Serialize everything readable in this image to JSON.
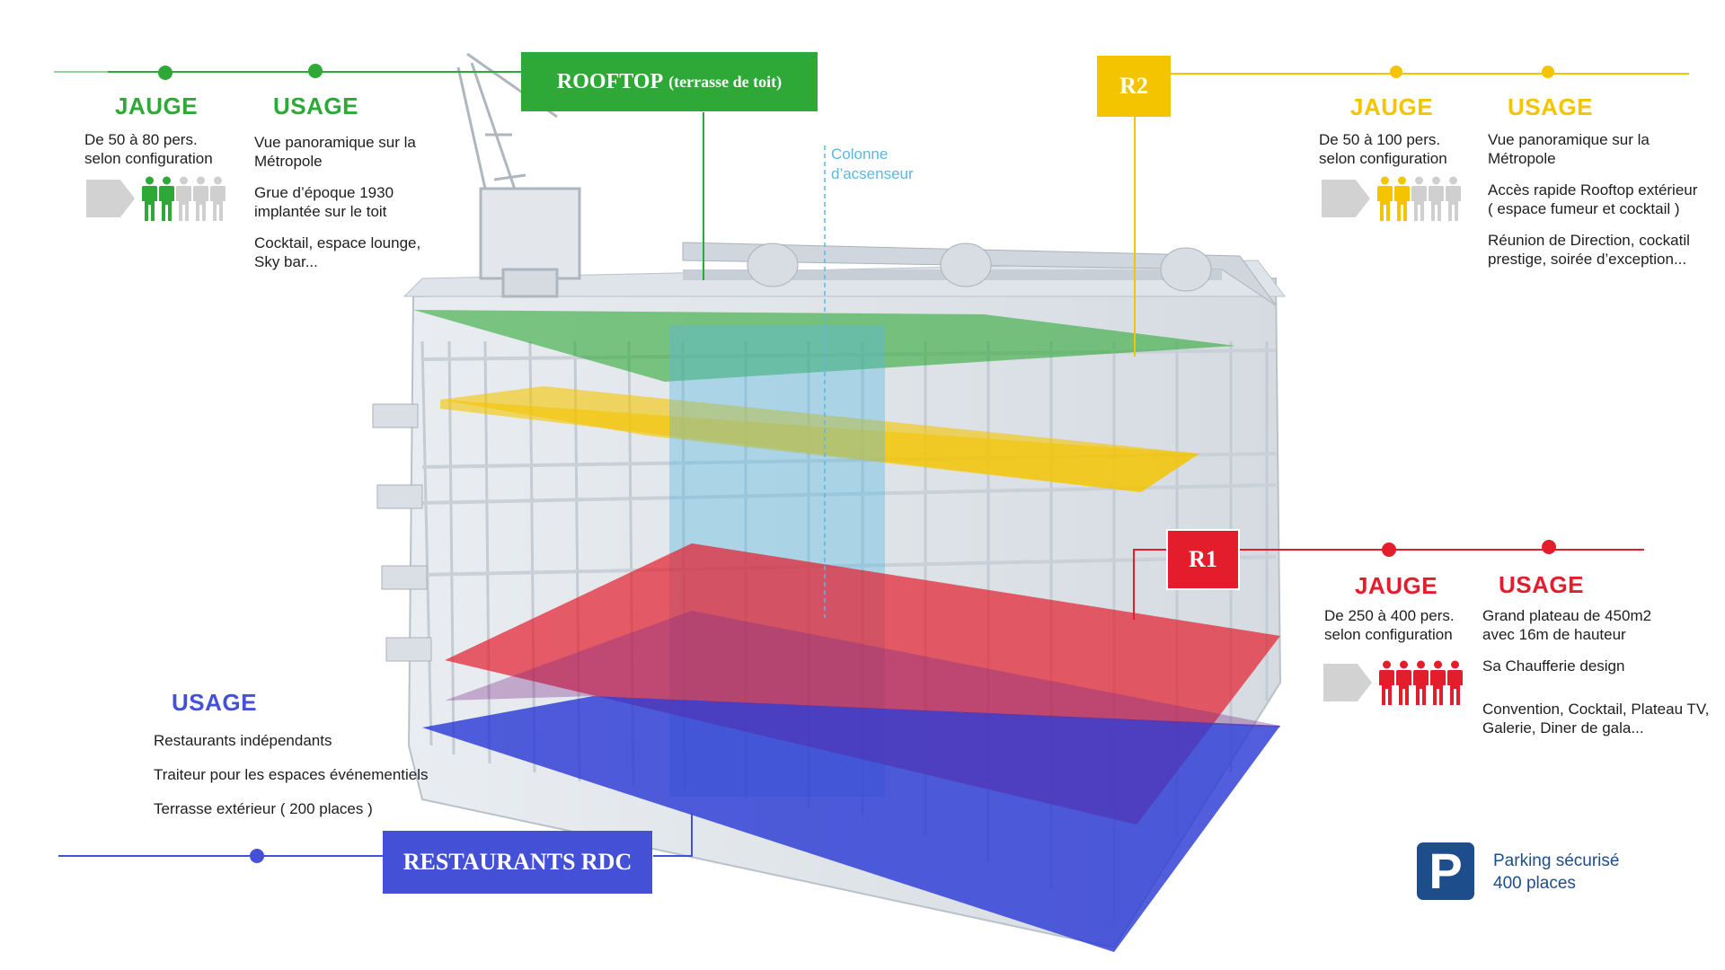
{
  "colors": {
    "green": "#2ea836",
    "yellow": "#f5c400",
    "red": "#e41d2c",
    "blue": "#4451d6",
    "grey_person": "#cfcfcf",
    "light_blue": "#5ab8e0",
    "parking": "#1e4d8c"
  },
  "rooftop": {
    "title_main": "ROOFTOP",
    "title_sub": "(terrasse de toit)",
    "jauge_heading": "JAUGE",
    "jauge_text": [
      "De 50 à 80 pers.",
      "selon configuration"
    ],
    "usage_heading": "USAGE",
    "usage_items": [
      [
        "Vue panoramique sur la",
        "Métropole"
      ],
      [
        "Grue d’époque 1930",
        "implantée sur le toit"
      ],
      [
        "Cocktail, espace lounge,",
        "Sky bar..."
      ]
    ],
    "people_filled": 2,
    "people_total": 5
  },
  "r2": {
    "title": "R2",
    "jauge_heading": "JAUGE",
    "jauge_text": [
      "De 50 à 100 pers.",
      "selon configuration"
    ],
    "usage_heading": "USAGE",
    "usage_items": [
      [
        "Vue panoramique sur la",
        "Métropole"
      ],
      [
        "Accès rapide Rooftop extérieur",
        "( espace fumeur et cocktail )"
      ],
      [
        "Réunion de Direction, cockatil",
        "prestige, soirée d’exception..."
      ]
    ],
    "people_filled": 2,
    "people_total": 5
  },
  "r1": {
    "title": "R1",
    "jauge_heading": "JAUGE",
    "jauge_text": [
      "De 250 à 400 pers.",
      "selon configuration"
    ],
    "usage_heading": "USAGE",
    "usage_items": [
      [
        "Grand plateau de 450m2",
        "avec 16m de hauteur"
      ],
      [
        "Sa Chaufferie design"
      ],
      [
        "Convention, Cocktail, Plateau TV,",
        "Galerie, Diner de gala..."
      ]
    ],
    "people_filled": 5,
    "people_total": 5
  },
  "rdc": {
    "title": "RESTAURANTS RDC",
    "usage_heading": "USAGE",
    "usage_items": [
      "Restaurants indépendants",
      "Traiteur pour les espaces événementiels",
      "Terrasse extérieur ( 200 places )"
    ]
  },
  "elevator": {
    "label": [
      "Colonne",
      "d’acsenseur"
    ]
  },
  "parking": {
    "icon_letter": "P",
    "text": [
      "Parking sécurisé",
      "400 places"
    ]
  }
}
